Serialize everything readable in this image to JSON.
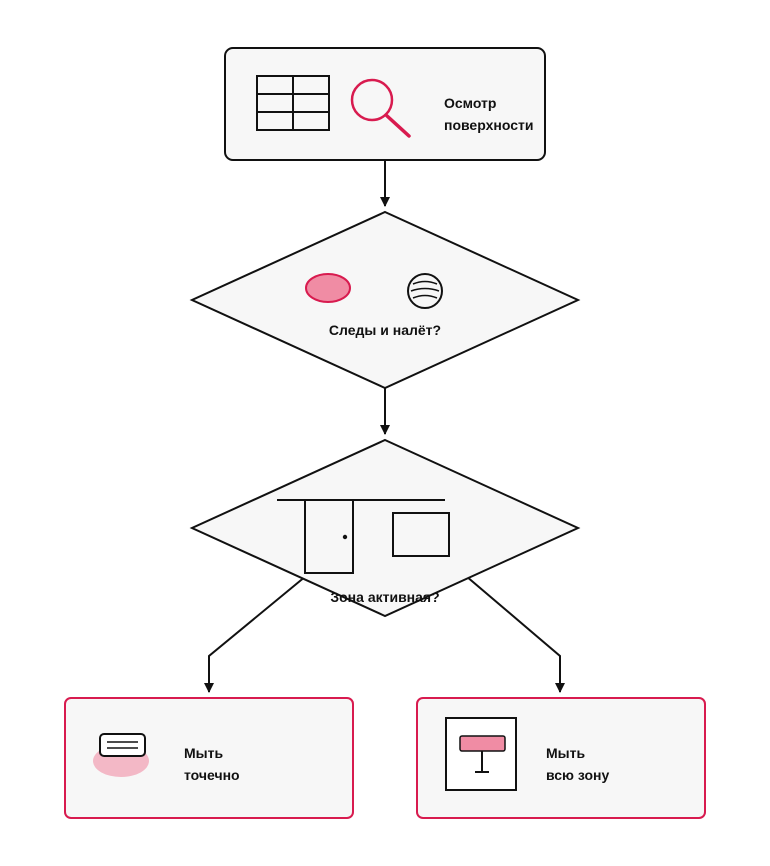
{
  "colors": {
    "stroke": "#111111",
    "accent": "#d81b4f",
    "accent_fill": "#f08ca4",
    "accent_soft": "#f3b8c6",
    "panel": "#f7f7f7",
    "background": "#ffffff"
  },
  "nodes": {
    "inspect": {
      "label_line1": "Осмотр",
      "label_line2": "поверхности",
      "icons": [
        "grid-icon",
        "magnifier-icon"
      ]
    },
    "traces": {
      "label": "Следы и налёт?",
      "icons": [
        "stain-icon",
        "residue-icon"
      ]
    },
    "zone": {
      "label": "Зона активная?",
      "icons": [
        "door-icon",
        "window-icon"
      ]
    },
    "spot": {
      "label_line1": "Мыть",
      "label_line2": "точечно",
      "icons": [
        "cloth-icon"
      ]
    },
    "whole": {
      "label_line1": "Мыть",
      "label_line2": "всю зону",
      "icons": [
        "mop-icon"
      ]
    }
  }
}
